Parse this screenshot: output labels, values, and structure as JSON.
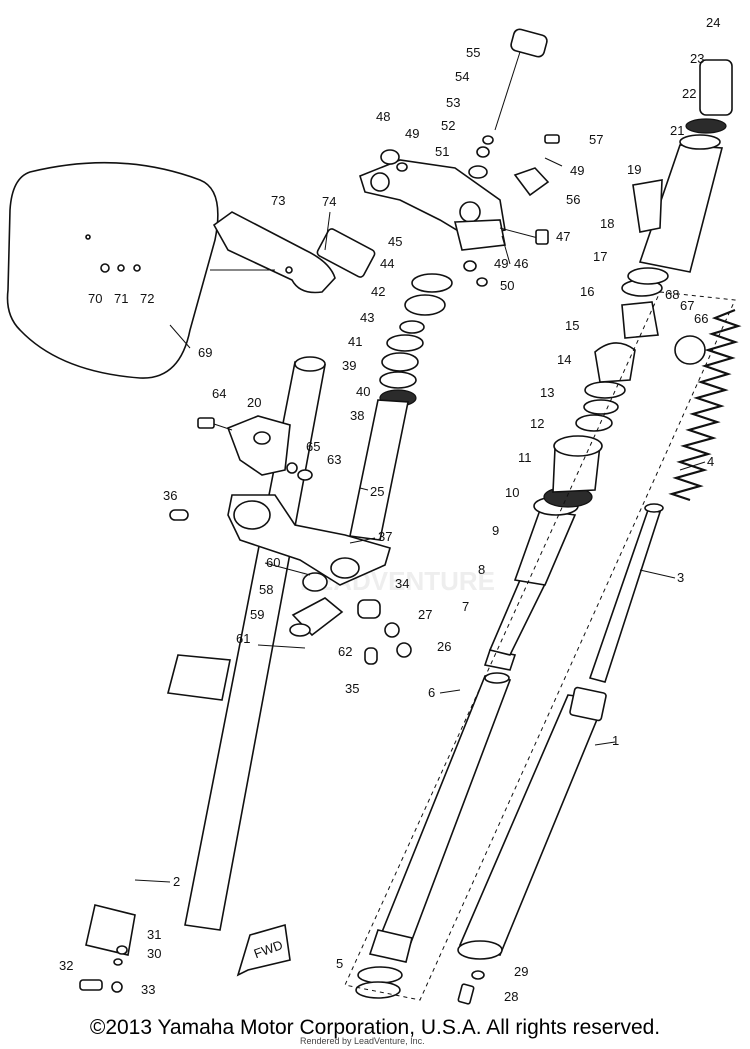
{
  "watermark": "LEADVENTURE",
  "fwd_label": "FWD",
  "copyright": "©2013 Yamaha Motor Corporation, U.S.A. All rights reserved.",
  "rendered_by": "Rendered by LeadVenture, Inc.",
  "callouts": [
    "1",
    "2",
    "3",
    "4",
    "5",
    "6",
    "7",
    "8",
    "9",
    "10",
    "11",
    "12",
    "13",
    "14",
    "15",
    "16",
    "17",
    "18",
    "19",
    "20",
    "21",
    "22",
    "23",
    "24",
    "25",
    "26",
    "27",
    "28",
    "29",
    "30",
    "31",
    "32",
    "33",
    "34",
    "35",
    "36",
    "37",
    "38",
    "39",
    "40",
    "41",
    "42",
    "43",
    "44",
    "45",
    "46",
    "47",
    "48",
    "49",
    "49",
    "49",
    "50",
    "51",
    "52",
    "53",
    "54",
    "55",
    "56",
    "57",
    "58",
    "59",
    "60",
    "61",
    "62",
    "63",
    "64",
    "65",
    "66",
    "67",
    "68",
    "69",
    "70",
    "71",
    "72",
    "73",
    "74"
  ]
}
